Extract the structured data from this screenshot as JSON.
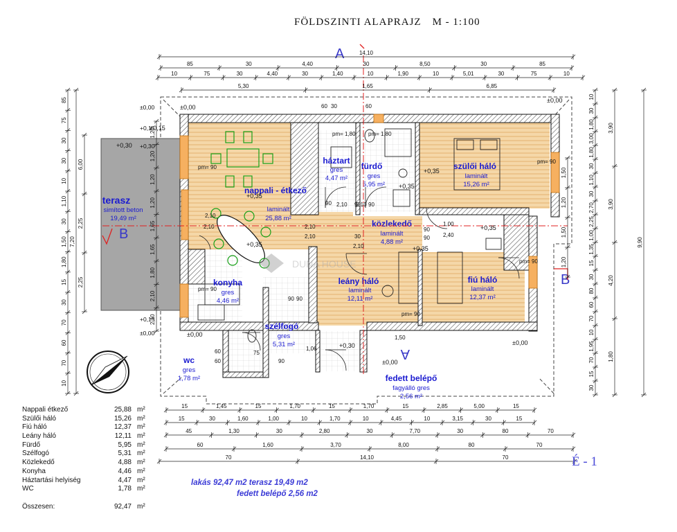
{
  "title": {
    "main": "FÖLDSZINTI ALAPRAJZ",
    "scale": "M - 1:100"
  },
  "rooms": [
    {
      "key": "terasz",
      "name": "terasz",
      "material": "simított beton",
      "area": "19,49 m²"
    },
    {
      "key": "nappali",
      "name": "nappali - étkező",
      "material": "laminált",
      "area": "25,88 m²"
    },
    {
      "key": "haztart",
      "name": "háztart",
      "material": "gres",
      "area": "4,47 m²"
    },
    {
      "key": "furdo",
      "name": "fürdő",
      "material": "gres",
      "area": "5,95 m²"
    },
    {
      "key": "szuloi",
      "name": "szülői háló",
      "material": "laminált",
      "area": "15,26 m²"
    },
    {
      "key": "kozlekedo",
      "name": "közlekedő",
      "material": "laminált",
      "area": "4,88 m²"
    },
    {
      "key": "konyha",
      "name": "konyha",
      "material": "gres",
      "area": "4,46 m²"
    },
    {
      "key": "leany",
      "name": "leány háló",
      "material": "laminált",
      "area": "12,11 m²"
    },
    {
      "key": "fiu",
      "name": "fiú háló",
      "material": "laminált",
      "area": "12,37 m²"
    },
    {
      "key": "szelfogo",
      "name": "szélfogó",
      "material": "gres",
      "area": "5,31 m²"
    },
    {
      "key": "wc",
      "name": "wc",
      "material": "gres",
      "area": "1,78 m²"
    },
    {
      "key": "fedett",
      "name": "fedett belépő",
      "material": "fagyálló gres",
      "area": "2,56 m²"
    }
  ],
  "section_marks": {
    "a_top": "A",
    "a_bottom": "A",
    "b_left": "B",
    "b_right": "B"
  },
  "watermark": "DUNA HOUSE",
  "dims_top": {
    "row1": [
      "14,10"
    ],
    "row2": [
      "85",
      "30",
      "4,40",
      "30",
      "8,50",
      "30",
      "85"
    ],
    "row3": [
      "10",
      "75",
      "30",
      "4,40",
      "30",
      "1,40",
      "10",
      "1,90",
      "10",
      "5,01",
      "30",
      "75",
      "10"
    ],
    "row4": [
      "5,30",
      "1,65",
      "6,85"
    ]
  },
  "dims_bottom": {
    "row1": [
      "15",
      "1,45",
      "15",
      "1,70",
      "15",
      "1,70",
      "15",
      "2,85",
      "5,00",
      "15"
    ],
    "row2": [
      "15",
      "30",
      "1,60",
      "1,00",
      "10",
      "1,70",
      "10",
      "4,45",
      "10",
      "3,15",
      "30",
      "15"
    ],
    "row3": [
      "45",
      "1,30",
      "30",
      "2,80",
      "30",
      "7,70",
      "30",
      "80",
      "70"
    ],
    "row4": [
      "60",
      "1,60",
      "3,70",
      "8,00",
      "80",
      "70"
    ],
    "row5": [
      "70",
      "14,10",
      "70"
    ]
  },
  "dims_left": {
    "outer": [
      "7,20"
    ],
    "mid": [
      "6,00",
      "2,25",
      "2,25"
    ],
    "inner": [
      "85",
      "75",
      "30",
      "30",
      "10",
      "1,10",
      "30",
      "1,50",
      "1,80",
      "15",
      "30",
      "70",
      "60",
      "70",
      "10"
    ],
    "window": [
      "1,20",
      "1,20",
      "1,20",
      "1,20",
      "1,65",
      "1,65",
      "1,80",
      "2,10",
      "2,10"
    ],
    "level": [
      "+0,30",
      "+0,15",
      "+0,15",
      "±0,00",
      "±0,00"
    ]
  },
  "dims_right": {
    "outer": [
      "9,90"
    ],
    "mid": [
      "3,90",
      "3,90",
      "4,20",
      "1,80"
    ],
    "inner": [
      "10",
      "30",
      "1,80",
      "3,00",
      "1,80",
      "30",
      "1,10",
      "30",
      "2,70",
      "2,25",
      "1,00",
      "1,35",
      "15",
      "30",
      "80",
      "60",
      "70",
      "10",
      "1,95",
      "70",
      "15",
      "30"
    ],
    "window": [
      "1,50",
      "1,20",
      "1,50",
      "1,20"
    ]
  },
  "interior_dims": [
    "60",
    "30",
    "60",
    "90",
    "90",
    "90",
    "90",
    "90",
    "2,10",
    "2,10",
    "2,10",
    "2,10",
    "2,10",
    "1,00",
    "2,40",
    "90",
    "90",
    "60",
    "60",
    "75",
    "90",
    "1,06",
    "1,50",
    "2,10",
    "2,10",
    "30",
    "pm= 1,80",
    "pm= 1,80",
    "pm= 90",
    "pm= 90",
    "pm= 90",
    "pm= 90",
    "pm= 90"
  ],
  "levels": [
    "±0,00",
    "±0,00",
    "+0,35",
    "+0,35",
    "+0,35",
    "+0,35",
    "+0,35",
    "+0,35",
    "+0,30",
    "+0,15",
    "±0,00",
    "±0,00",
    "+0,30",
    "±0,00"
  ],
  "legend": {
    "rows": [
      {
        "name": "Nappali étkező",
        "value": "25,88",
        "unit": "m²"
      },
      {
        "name": "Szülői háló",
        "value": "15,26",
        "unit": "m²"
      },
      {
        "name": "Fiú háló",
        "value": "12,37",
        "unit": "m²"
      },
      {
        "name": "Leány háló",
        "value": "12,11",
        "unit": "m²"
      },
      {
        "name": "Fürdő",
        "value": "5,95",
        "unit": "m²"
      },
      {
        "name": "Szélfogó",
        "value": "5,31",
        "unit": "m²"
      },
      {
        "name": "Közlekedő",
        "value": "4,88",
        "unit": "m²"
      },
      {
        "name": "Konyha",
        "value": "4,46",
        "unit": "m²"
      },
      {
        "name": "Háztartási helyiség",
        "value": "4,47",
        "unit": "m²"
      },
      {
        "name": "WC",
        "value": "1,78",
        "unit": "m²"
      }
    ],
    "total": {
      "name": "Összesen:",
      "value": "92,47",
      "unit": "m²"
    }
  },
  "summary": {
    "line1": "lakás  92,47 m2  terasz 19,49 m2",
    "line2": "fedett belépő  2,56 m2"
  },
  "sheet_label": "É - 1",
  "colors": {
    "wall": "#1a1a1a",
    "floor_wood": "#f0c890",
    "hatch": "#7a7a7a",
    "terrace": "#a6a6a6",
    "text_blue": "#1a1ad0",
    "section_red": "#e02020",
    "furniture_green": "#18a018"
  }
}
